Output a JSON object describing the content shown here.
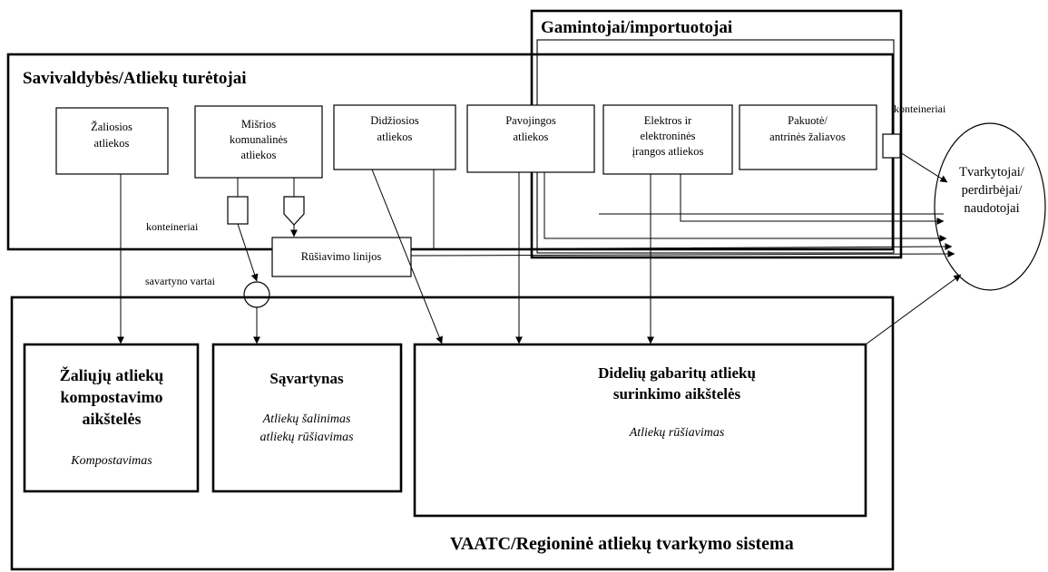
{
  "groups": {
    "producers": "Gamintojai/importuotojai",
    "municipalities": "Savivaldybės/Atliekų turėtojai",
    "regional": "VAATC/Regioninė atliekų tvarkymo sistema"
  },
  "waste_types": {
    "green": [
      "Žaliosios",
      "atliekos"
    ],
    "mixed": [
      "Mišrios",
      "komunalinės",
      "atliekos"
    ],
    "bulky": [
      "Didžiosios",
      "atliekos"
    ],
    "hazardous": [
      "Pavojingos",
      "atliekos"
    ],
    "weee": [
      "Elektros ir",
      "elektroninės",
      "įrangos atliekos"
    ],
    "packaging": [
      "Pakuotė/",
      "antrinės žaliavos"
    ]
  },
  "labels": {
    "containers_left": "konteineriai",
    "containers_right": "konteineriai",
    "sorting_lines": "Rūšiavimo linijos",
    "landfill_gate": "savartyno vartai"
  },
  "handlers": [
    "Tvarkytojai/",
    "perdirbėjai/",
    "naudotojai"
  ],
  "facilities": {
    "composting": {
      "title": [
        "Žaliųjų atliekų",
        "kompostavimo",
        "aikštelės"
      ],
      "activity": "Kompostavimas"
    },
    "landfill": {
      "title": "Sąvartynas",
      "activity": [
        "Atliekų šalinimas",
        "atliekų rūšiavimas"
      ]
    },
    "bulky_sites": {
      "title": [
        "Didelių gabaritų atliekų",
        "surinkimo aikštelės"
      ],
      "activity": "Atliekų rūšiavimas"
    }
  }
}
